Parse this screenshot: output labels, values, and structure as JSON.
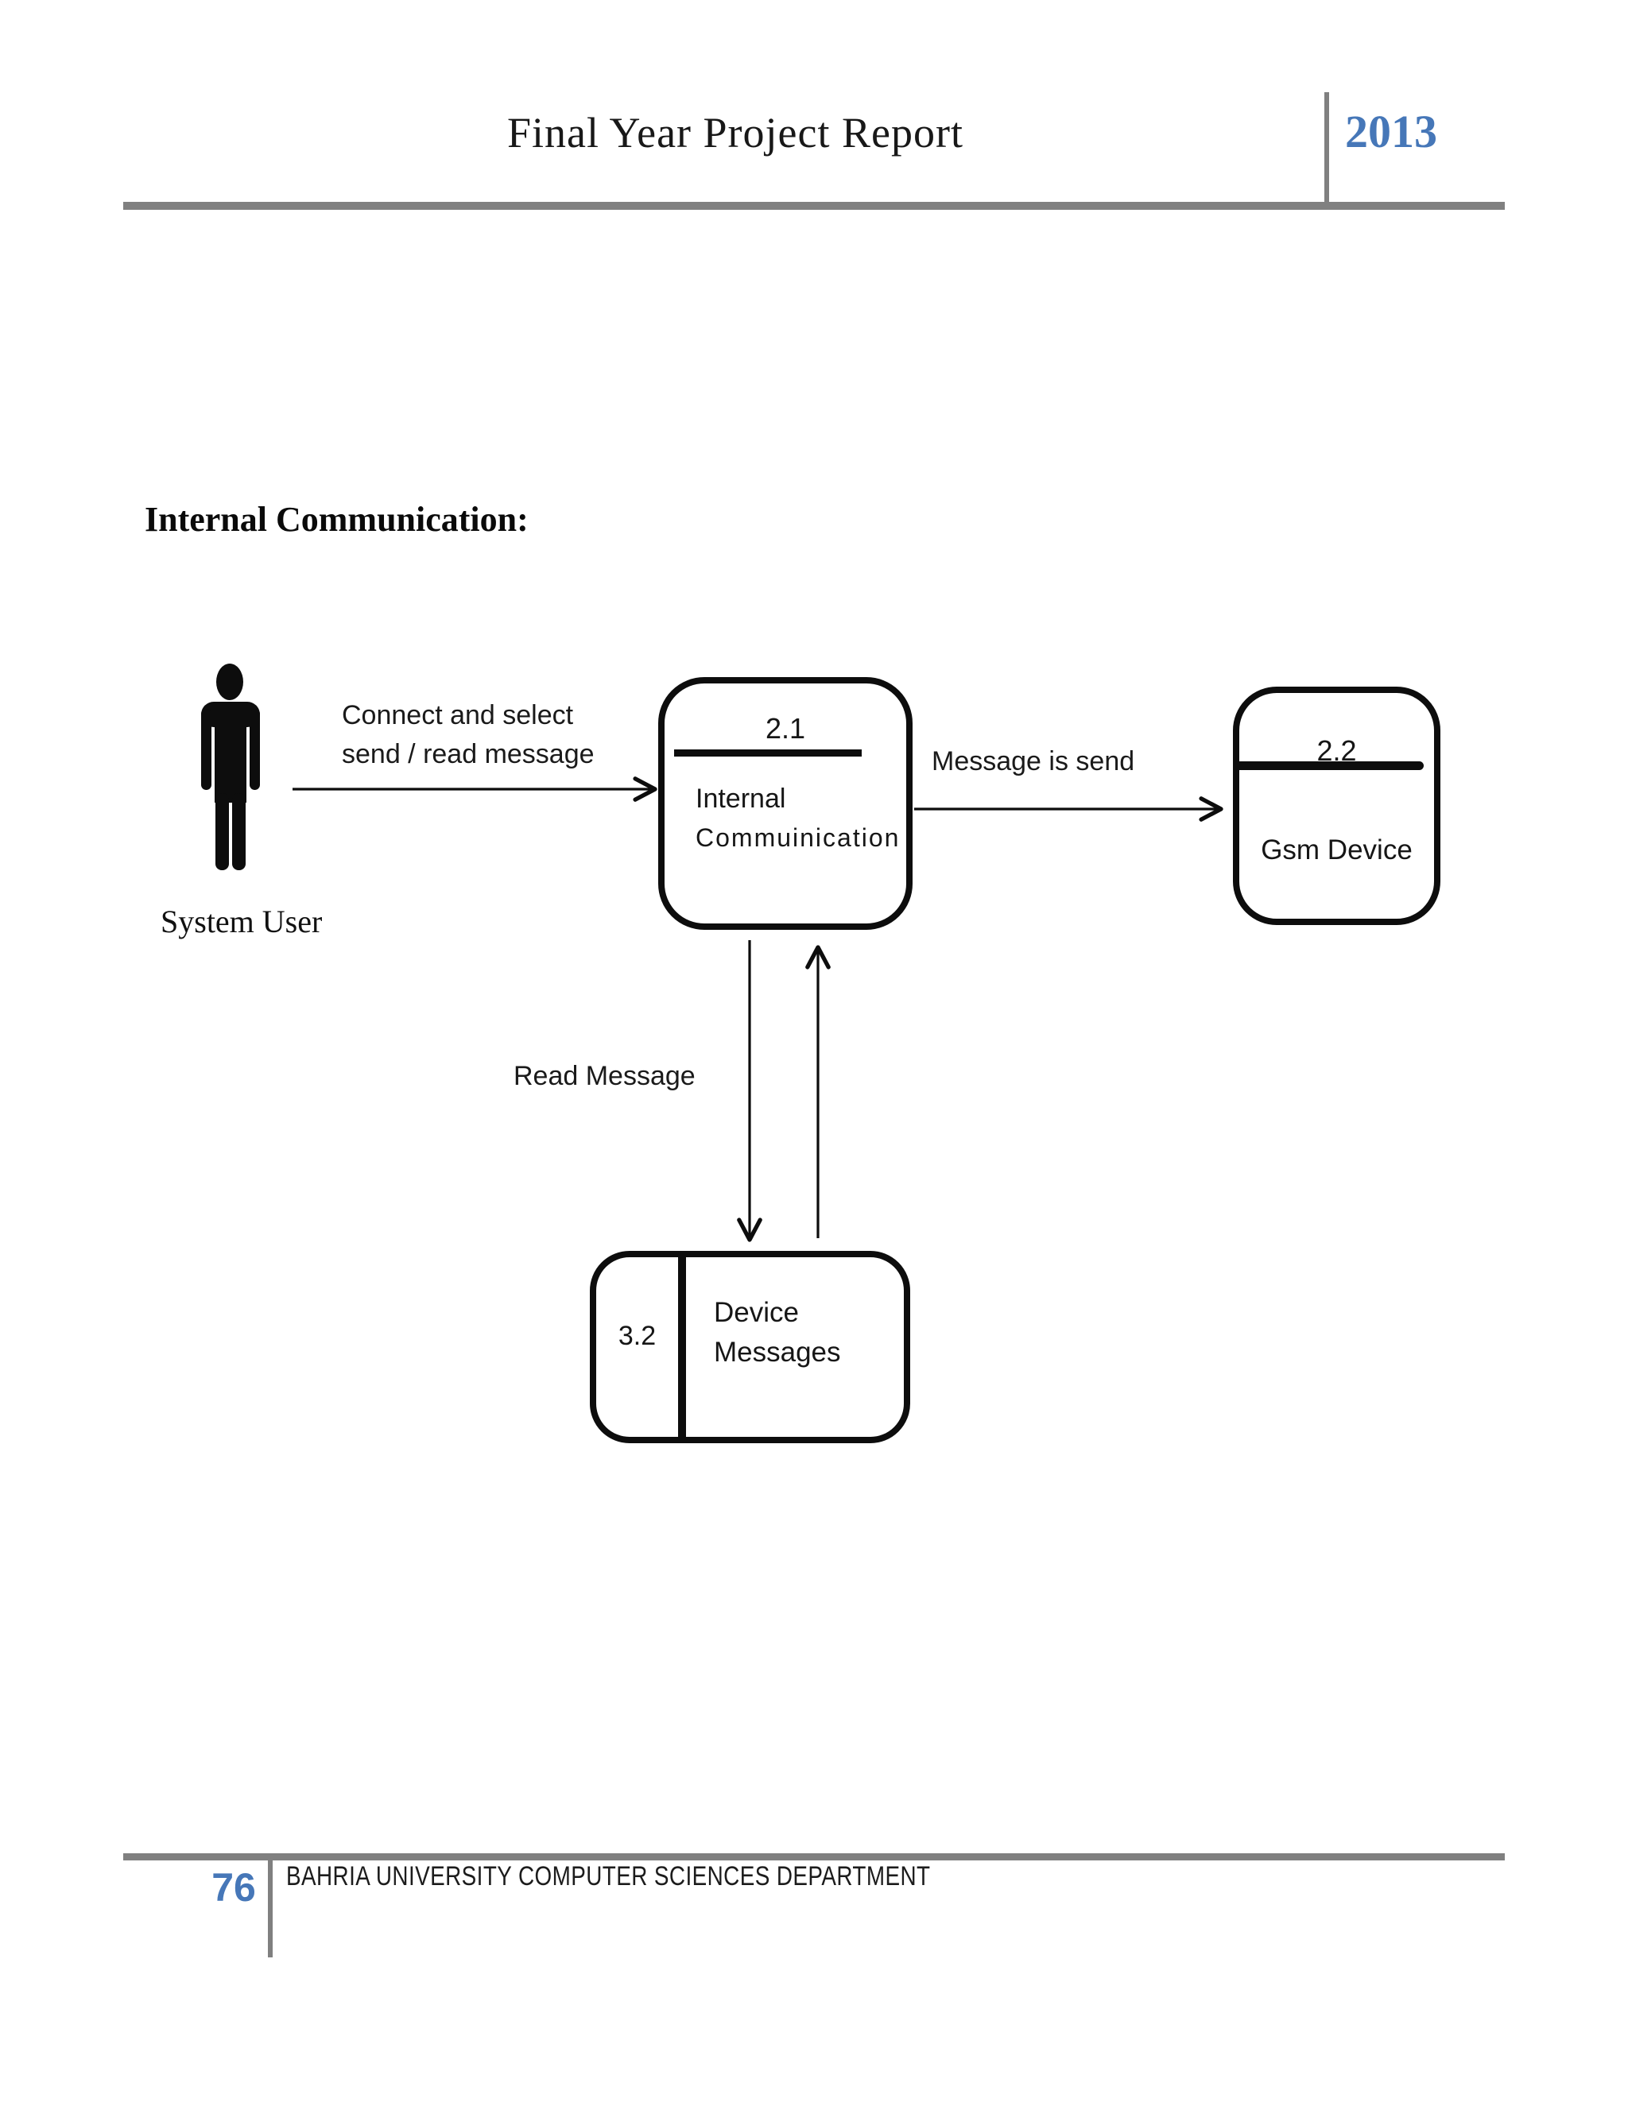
{
  "header": {
    "title": "Final Year Project Report",
    "year": "2013"
  },
  "heading": "Internal Communication:",
  "diagram": {
    "actor": {
      "label": "System User"
    },
    "flows": {
      "connect": {
        "line1": "Connect and select",
        "line2": "send / read message"
      },
      "send": {
        "label": "Message is send"
      },
      "read": {
        "label": "Read Message"
      }
    },
    "process": {
      "number": "2.1",
      "name_line1": "Internal",
      "name_line2": "Commuinication"
    },
    "gsm": {
      "number": "2.2",
      "name": "Gsm Device"
    },
    "store": {
      "number": "3.2",
      "name_line1": "Device",
      "name_line2": "Messages"
    }
  },
  "footer": {
    "page_number": "76",
    "department": "BAHRIA UNIVERSITY COMPUTER SCIENCES DEPARTMENT"
  },
  "colors": {
    "accent": "#4677b8",
    "rule": "#808080",
    "ink": "#0d0d0d"
  }
}
